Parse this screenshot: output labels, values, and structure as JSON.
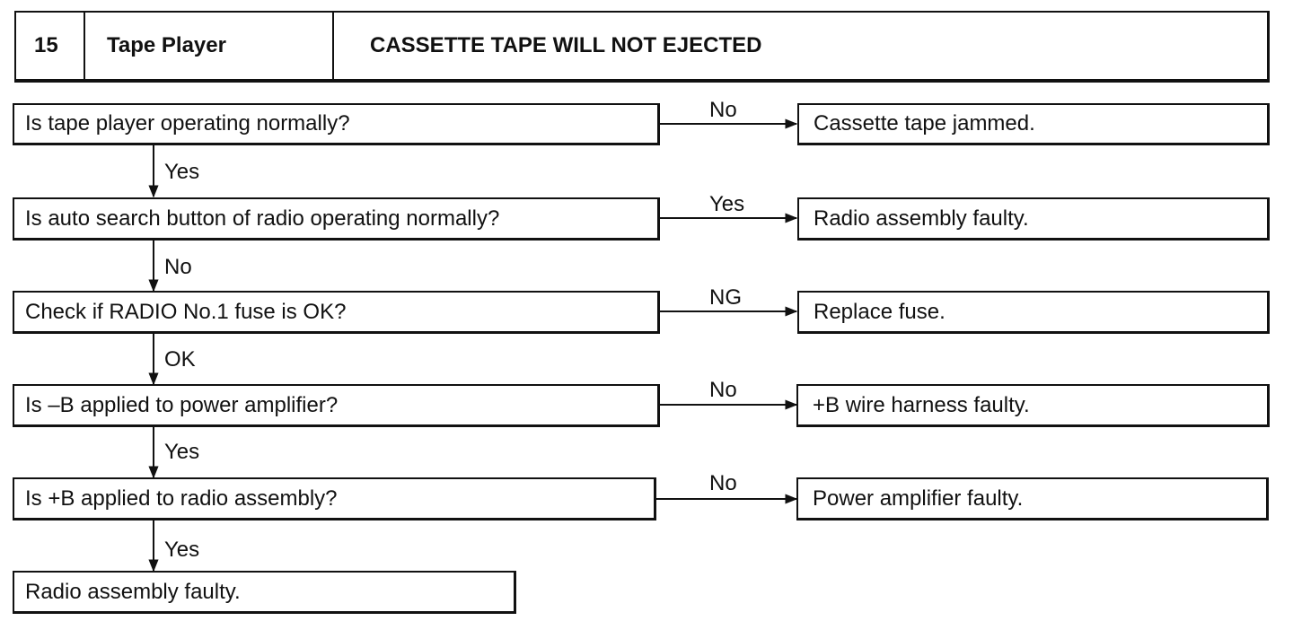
{
  "header": {
    "number": "15",
    "section": "Tape Player",
    "title": "CASSETTE TAPE WILL NOT EJECTED"
  },
  "steps": [
    {
      "question": "Is tape player operating normally?",
      "branch_label": "No",
      "result": "Cassette tape jammed.",
      "next_label": "Yes"
    },
    {
      "question": "Is auto search button of radio operating normally?",
      "branch_label": "Yes",
      "result": "Radio assembly faulty.",
      "next_label": "No"
    },
    {
      "question": "Check if RADIO No.1 fuse is OK?",
      "branch_label": "NG",
      "result": "Replace fuse.",
      "next_label": "OK"
    },
    {
      "question": "Is –B applied to power amplifier?",
      "branch_label": "No",
      "result": "+B wire harness faulty.",
      "next_label": "Yes"
    },
    {
      "question": "Is +B applied to radio assembly?",
      "branch_label": "No",
      "result": "Power amplifier faulty.",
      "next_label": "Yes"
    }
  ],
  "final": "Radio assembly faulty."
}
